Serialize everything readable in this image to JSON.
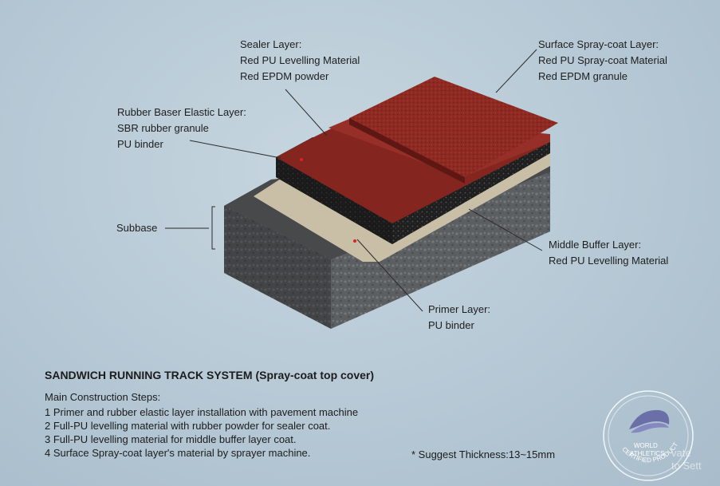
{
  "labels": {
    "sealer": [
      "Sealer Layer:",
      "Red PU Levelling Material",
      "Red EPDM powder"
    ],
    "surface": [
      "Surface Spray-coat Layer:",
      "Red PU Spray-coat Material",
      "Red EPDM granule"
    ],
    "rubber": [
      "Rubber Baser Elastic Layer:",
      "SBR rubber granule",
      "PU binder"
    ],
    "subbase": [
      "Subbase"
    ],
    "middle": [
      "Middle Buffer Layer:",
      "Red PU Levelling Material"
    ],
    "primer": [
      "Primer Layer:",
      "PU binder"
    ]
  },
  "title": "SANDWICH RUNNING TRACK SYSTEM (Spray-coat top cover)",
  "steps_heading": "Main Construction Steps:",
  "steps": [
    "1 Primer and rubber elastic layer installation with pavement machine",
    "2 Full-PU levelling material with rubber powder for sealer coat.",
    "3 Full-PU levelling material for middle buffer layer coat.",
    "4 Surface Spray-coat layer's material by sprayer machine."
  ],
  "thickness_note": "* Suggest Thickness:13~15mm",
  "badge": {
    "line1": "WORLD",
    "line2": "ATHLETICS",
    "ring_text": "CERTIFIED PRODUCT"
  },
  "watermark": [
    "vate",
    "to Sett"
  ],
  "colors": {
    "red": "#8e2a22",
    "black_rubber": "#1d1d1d",
    "primer": "#c9bfa6",
    "subbase": "#4a4d50"
  }
}
